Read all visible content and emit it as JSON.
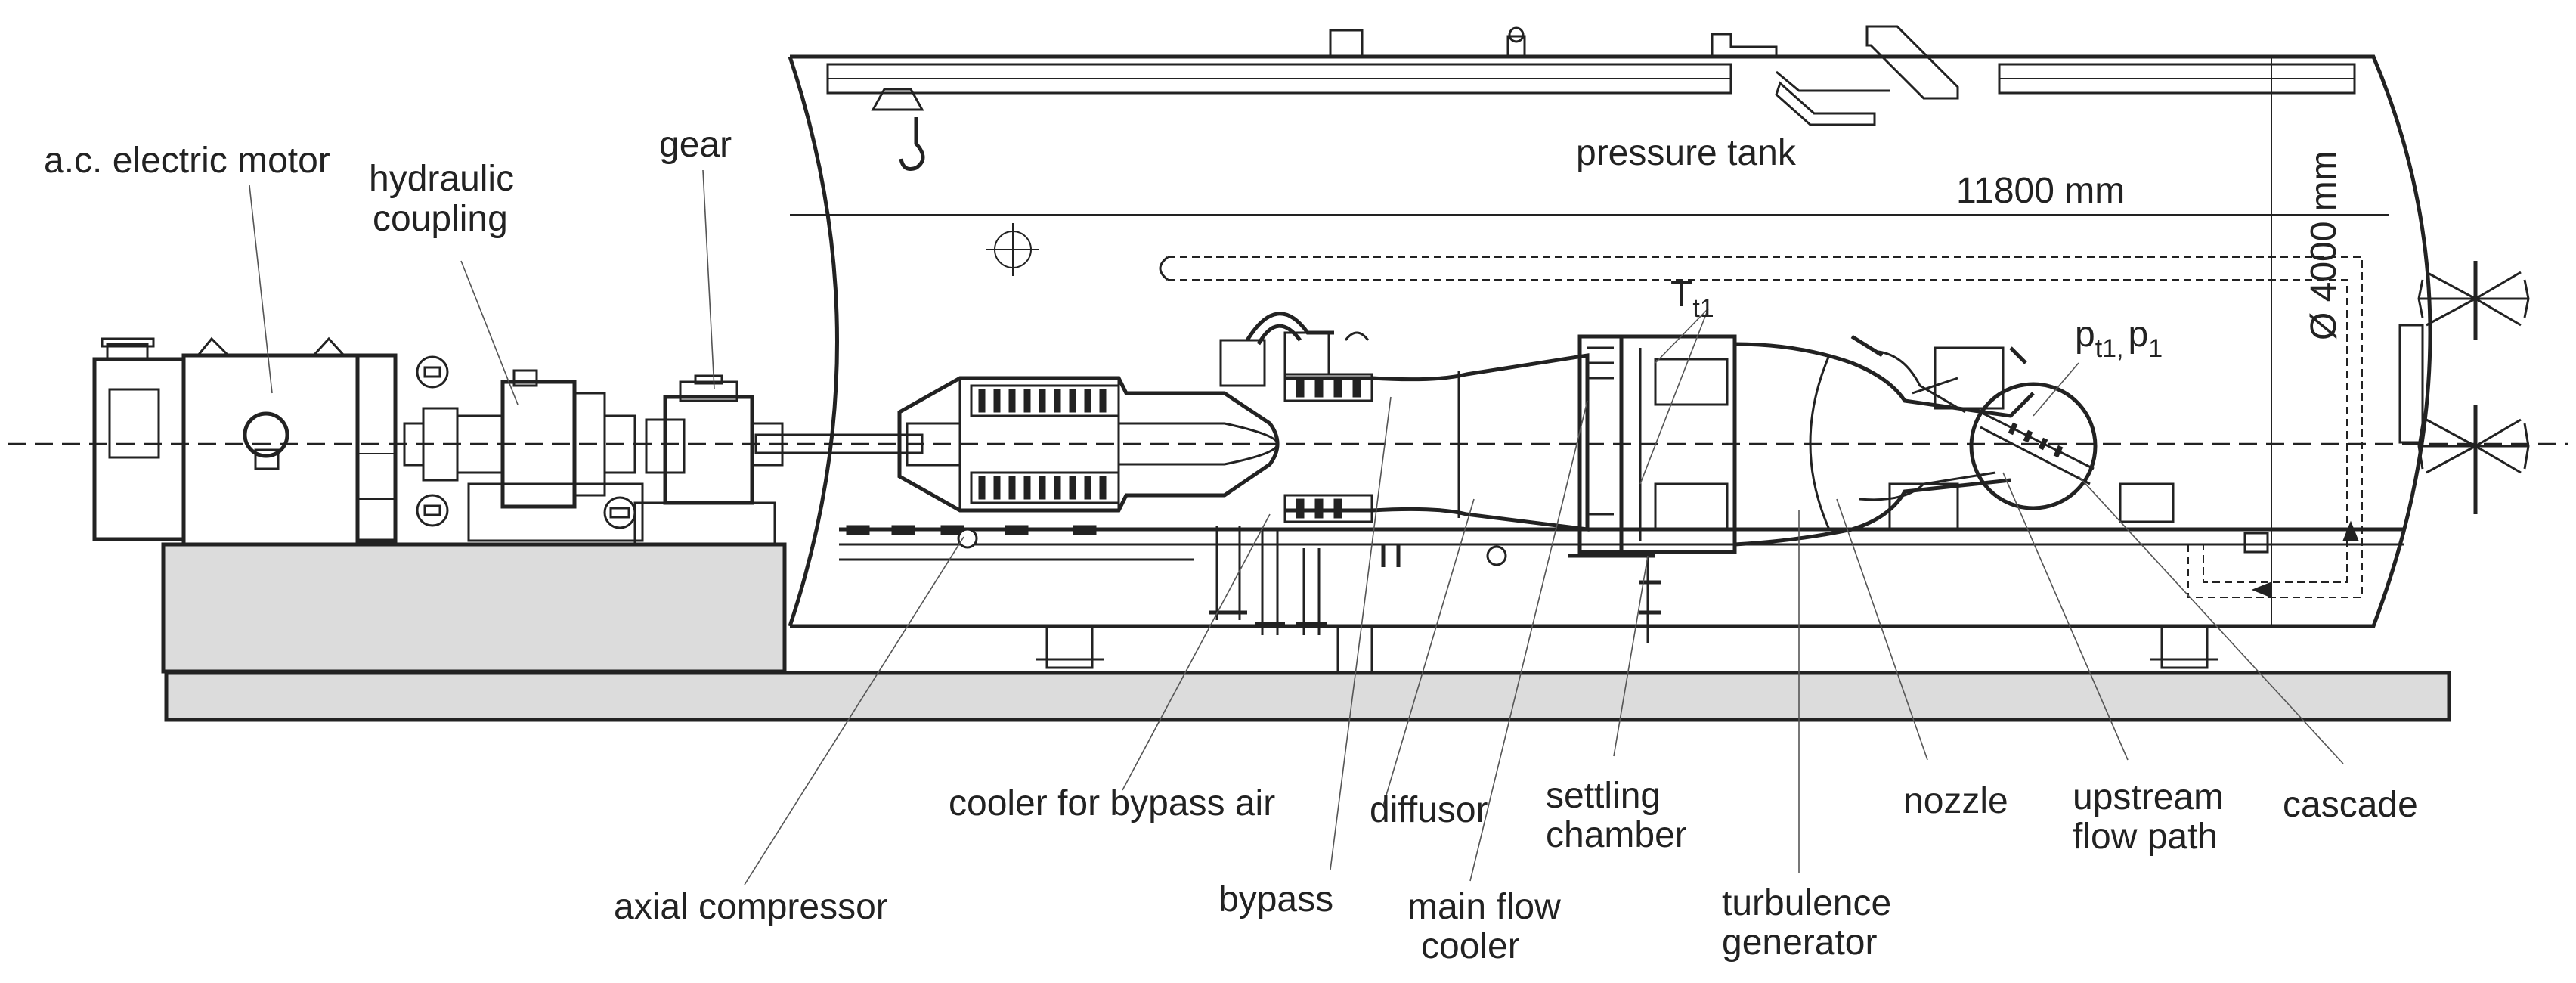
{
  "labels": {
    "motor": "a.c. electric motor",
    "coupling_1": "hydraulic",
    "coupling_2": "coupling",
    "gear": "gear",
    "pressure_tank": "pressure tank",
    "length_dim": "11800 mm",
    "diameter_dim": "Ø 4000 mm",
    "temp_main": "T",
    "temp_sub": "t1",
    "p_tot": "p",
    "p_tot_sub": "t1,",
    "p_stat": "p",
    "p_stat_sub": "1",
    "cooler_bypass": "cooler for bypass air",
    "diffusor": "diffusor",
    "settling_1": "settling",
    "settling_2": "chamber",
    "nozzle": "nozzle",
    "upstream_1": "upstream",
    "upstream_2": "flow path",
    "cascade": "cascade",
    "axial_compressor": "axial compressor",
    "bypass": "bypass",
    "main_cooler_1": "main flow",
    "main_cooler_2": "cooler",
    "turbulence_1": "turbulence",
    "turbulence_2": "generator"
  },
  "colors": {
    "line": "#222222",
    "base_fill": "#dcdcdc",
    "background": "#ffffff"
  }
}
